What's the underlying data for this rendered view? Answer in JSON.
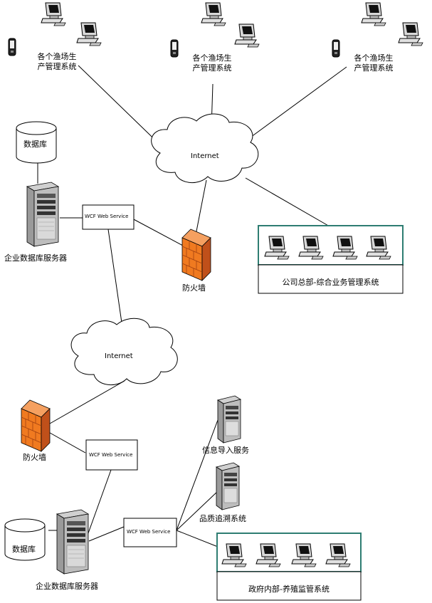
{
  "labels": {
    "fishery_system": "各个渔场生产管理系统",
    "internet": "Internet",
    "database": "数据库",
    "db_server": "企业数据库服务器",
    "wcf_service": "WCF Web Service",
    "firewall": "防火墙",
    "hq_system": "公司总部-综合业务管理系统",
    "info_import": "信息导入服务",
    "quality_trace": "品质追溯系统",
    "gov_system": "政府内部-养殖监管系统"
  },
  "colors": {
    "line": "#000000",
    "box_border_teal": "#2e7d72",
    "firewall_fill": "#f07a20",
    "firewall_dark": "#c0501a",
    "server_gray": "#8a8a8a"
  },
  "icons": {
    "workstation": "desktop-computer-icon",
    "handheld": "pda-icon",
    "cloud": "internet-cloud-icon",
    "database": "database-cylinder-icon",
    "server": "tower-server-icon",
    "firewall": "firewall-icon"
  }
}
